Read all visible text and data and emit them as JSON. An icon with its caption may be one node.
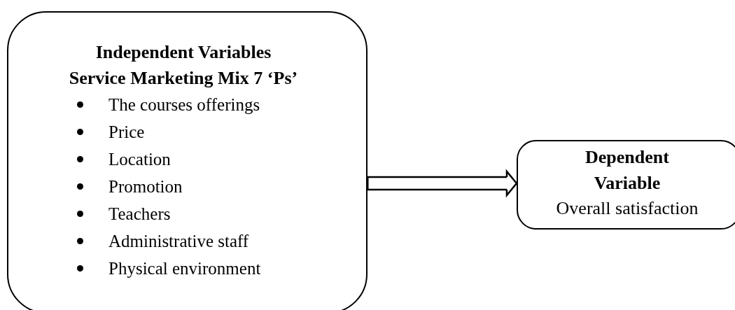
{
  "diagram": {
    "nodes": [
      {
        "text": [
          "Independent Variables",
          "Service Marketing Mix 7 ‘Ps’",
          "The courses offerings",
          "Price",
          "Location",
          "Promotion",
          "Teachers",
          "Administrative staff",
          "Physical environment"
        ]
      },
      {
        "text": [
          "Dependent Variable",
          "Overall satisfaction"
        ]
      }
    ],
    "edges": [
      {
        "from": 0,
        "to": 1,
        "arrow": "to"
      }
    ]
  }
}
